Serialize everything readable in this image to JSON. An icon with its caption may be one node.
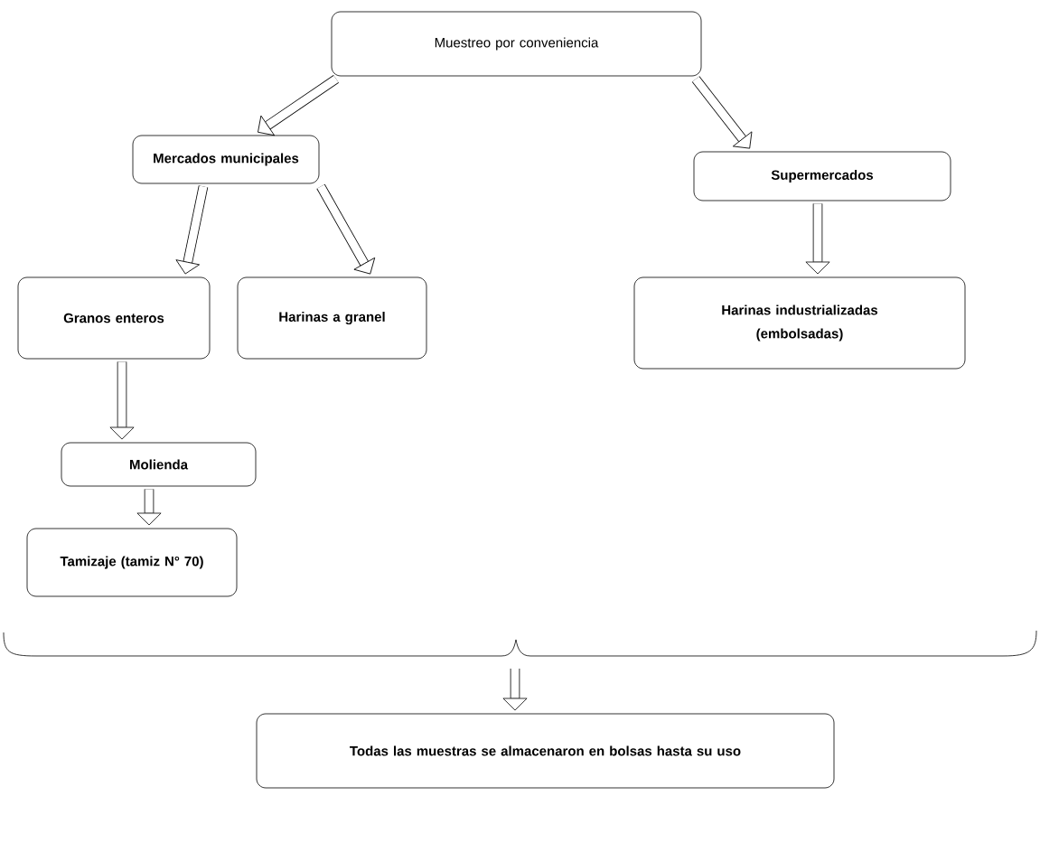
{
  "diagram": {
    "nodes": [
      {
        "text": [
          "Muestreo por conveniencia"
        ]
      },
      {
        "text": [
          "Mercados municipales"
        ]
      },
      {
        "text": [
          "Supermercados"
        ]
      },
      {
        "text": [
          "Granos enteros"
        ]
      },
      {
        "text": [
          "Harinas a granel"
        ]
      },
      {
        "text": [
          "Harinas industrializadas (embolsadas)"
        ]
      },
      {
        "text": [
          "Molienda"
        ]
      },
      {
        "text": [
          "Tamizaje (tamiz N° 70)"
        ]
      },
      {
        "text": [
          "Todas las muestras se almacenaron en bolsas hasta su uso"
        ]
      }
    ],
    "edges": [
      {
        "from": 0,
        "to": 1,
        "arrow": "to"
      },
      {
        "from": 0,
        "to": 2,
        "arrow": "to"
      },
      {
        "from": 1,
        "to": 3,
        "arrow": "to"
      },
      {
        "from": 1,
        "to": 4,
        "arrow": "to"
      },
      {
        "from": 2,
        "to": 5,
        "arrow": "to"
      },
      {
        "from": 3,
        "to": 6,
        "arrow": "to"
      },
      {
        "from": 6,
        "to": 7,
        "arrow": "to"
      },
      {
        "from": null,
        "to": 8,
        "arrow": "to"
      }
    ]
  }
}
